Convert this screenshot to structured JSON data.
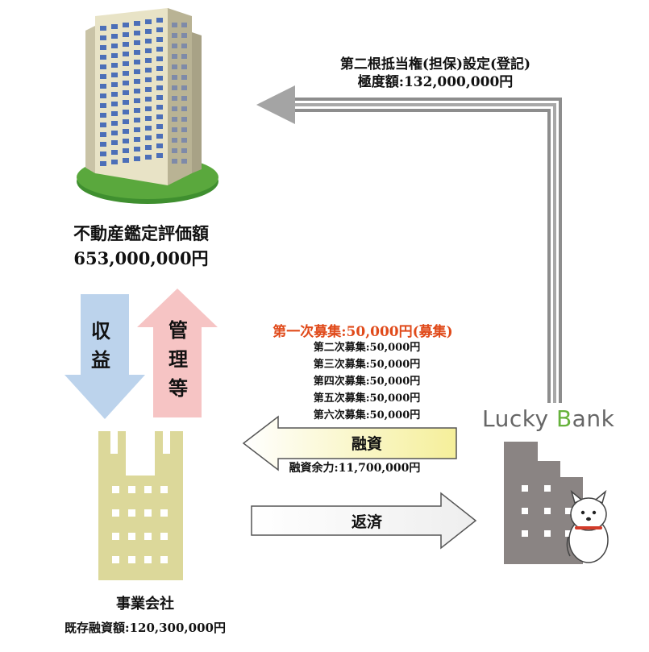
{
  "property": {
    "label": "不動産鑑定評価額",
    "amount": "653,000,000円"
  },
  "lien": {
    "line1": "第二根抵当権(担保)設定(登記)",
    "line2": "極度額:132,000,000円"
  },
  "income_label": "収益",
  "management_label": "管理等",
  "recruitment": {
    "current": "第一次募集:50,000円(募集)",
    "rounds": [
      "第二次募集:50,000円",
      "第三次募集:50,000円",
      "第四次募集:50,000円",
      "第五次募集:50,000円",
      "第六次募集:50,000円"
    ]
  },
  "financing": {
    "label": "融資",
    "remaining": "融資余力:11,700,000円"
  },
  "repayment_label": "返済",
  "company": {
    "name": "事業会社",
    "existing_loan": "既存融資額:120,300,000円"
  },
  "brand": {
    "name_part1": "Lucky",
    "name_part2": "B",
    "name_part3": "ank"
  },
  "colors": {
    "highlight_red": "#e04a1a",
    "income_arrow": "#bcd3ec",
    "management_arrow": "#f6c4c4",
    "company_building": "#dcd89a",
    "bank_building": "#8a8483",
    "lawn_green": "#4fa13a",
    "brand_b_green": "#66b23c"
  }
}
